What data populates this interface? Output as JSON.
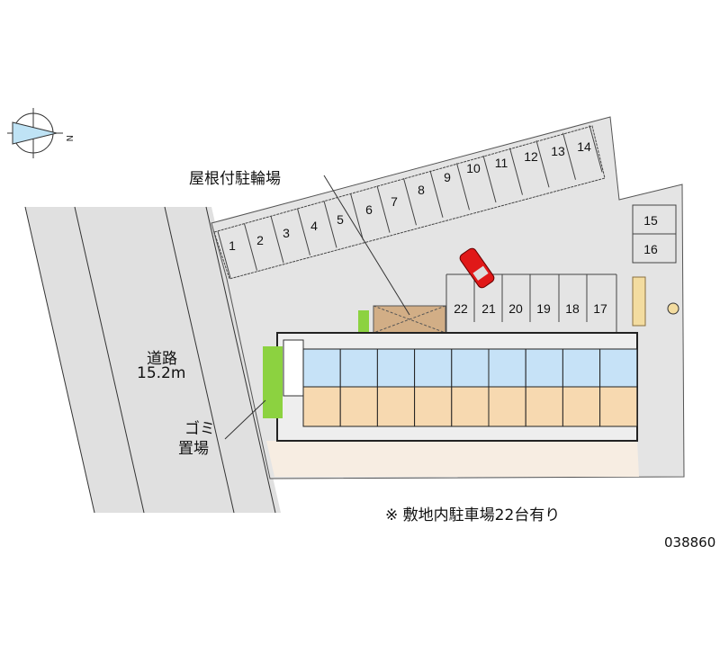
{
  "labels": {
    "bike_parking": "屋根付駐輪場",
    "road_name": "道路",
    "road_width": "15.2m",
    "garbage_line1": "ゴミ",
    "garbage_line2": "置場",
    "parking_note": "※ 敷地内駐車場22台有り",
    "property_id": "038860",
    "compass_north": "N"
  },
  "parking_spaces": [
    "1",
    "2",
    "3",
    "4",
    "5",
    "6",
    "7",
    "8",
    "9",
    "10",
    "11",
    "12",
    "13",
    "14",
    "15",
    "16",
    "17",
    "18",
    "19",
    "20",
    "21",
    "22"
  ],
  "unit_count": 9,
  "colors": {
    "ground": "#e4e4e4",
    "road": "#e0e0e0",
    "wet_area": "#c6e2f7",
    "room": "#f7d9b0",
    "walkway": "#f7ede2",
    "bike_shed": "#d2ae86",
    "car": "#e01818",
    "green": "#8cd240"
  }
}
